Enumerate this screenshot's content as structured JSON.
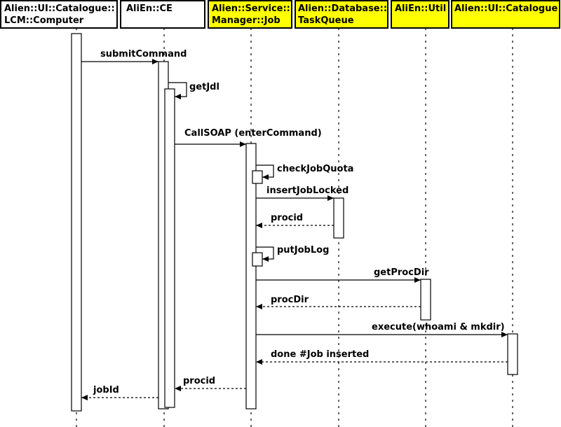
{
  "participants": [
    {
      "line1": "Alien::UI::Catalogue::",
      "line2": "LCM::Computer",
      "fill": "#ffffff"
    },
    {
      "line1": "AliEn::CE",
      "line2": "",
      "fill": "#ffffff"
    },
    {
      "line1": "Alien::Service::",
      "line2": "Manager::Job",
      "fill": "#ffff00"
    },
    {
      "line1": "Alien::Database::",
      "line2": "TaskQueue",
      "fill": "#ffff00"
    },
    {
      "line1": "AliEn::Util",
      "line2": "",
      "fill": "#ffff00"
    },
    {
      "line1": "Alien::UI::Catalogue",
      "line2": "",
      "fill": "#ffff00"
    }
  ],
  "messages": [
    {
      "label": "submitCommand",
      "kind": "call"
    },
    {
      "label": "getJdl",
      "kind": "self"
    },
    {
      "label": "CallSOAP (enterCommand)",
      "kind": "call"
    },
    {
      "label": "checkJobQuota",
      "kind": "self"
    },
    {
      "label": "insertJobLocked",
      "kind": "call"
    },
    {
      "label": "procid",
      "kind": "return"
    },
    {
      "label": "putJobLog",
      "kind": "self"
    },
    {
      "label": "getProcDir",
      "kind": "call"
    },
    {
      "label": "procDir",
      "kind": "return"
    },
    {
      "label": "execute(whoami & mkdir)",
      "kind": "call"
    },
    {
      "label": "done #Job inserted",
      "kind": "return"
    },
    {
      "label": "procid",
      "kind": "return"
    },
    {
      "label": "jobId",
      "kind": "return"
    }
  ]
}
